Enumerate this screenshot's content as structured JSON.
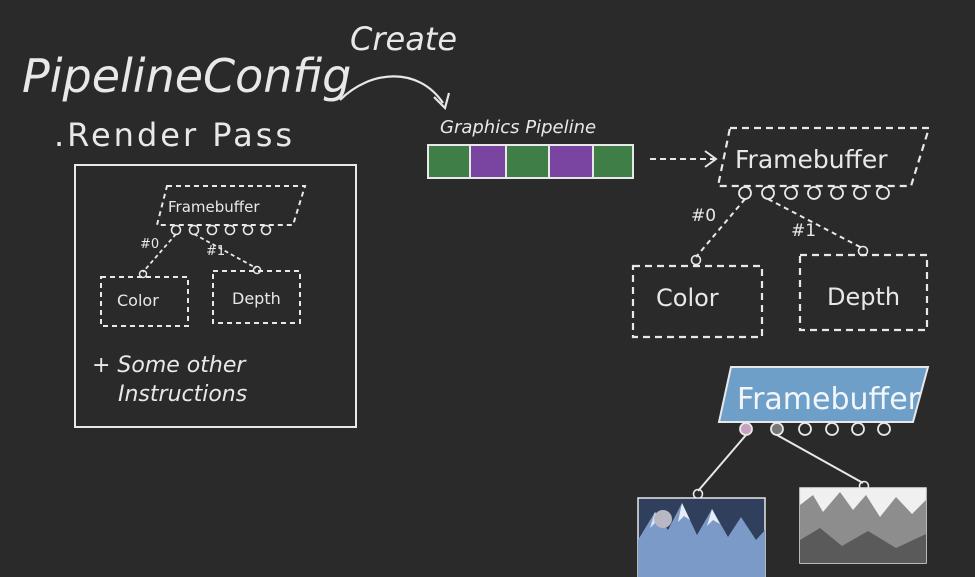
{
  "title": "PipelineConfig",
  "render_pass_label": ".Render Pass",
  "create_label": "Create",
  "graphics_pipeline_label": "Graphics Pipeline",
  "render_pass_box": {
    "framebuffer": "Framebuffer",
    "attachment_0": "#0",
    "attachment_1": "#1",
    "color": "Color",
    "depth": "Depth",
    "note_line1": "+ Some other",
    "note_line2": "Instructions"
  },
  "pipeline_framebuffer": {
    "framebuffer": "Framebuffer",
    "attachment_0": "#0",
    "attachment_1": "#1",
    "color": "Color",
    "depth": "Depth"
  },
  "filled_framebuffer": {
    "framebuffer": "Framebuffer"
  },
  "colors": {
    "board": "#2a2a2a",
    "chalk": "#e8e8e8",
    "pipeline_green": "#3f7e46",
    "pipeline_purple": "#7a45a0",
    "framebuffer_blue": "#6d9fc8"
  }
}
